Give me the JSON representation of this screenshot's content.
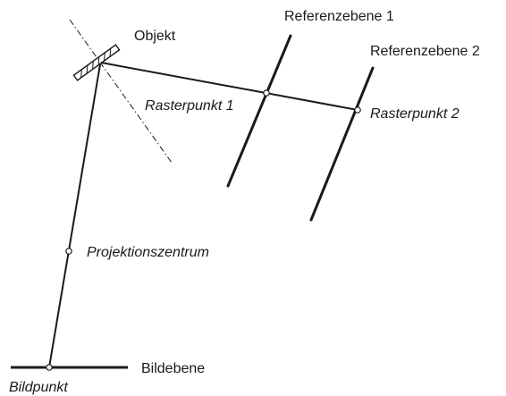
{
  "diagram": {
    "labels": {
      "object": "Objekt",
      "reference_plane_1": "Referenzebene 1",
      "reference_plane_2": "Referenzebene 2",
      "raster_point_1": "Rasterpunkt 1",
      "raster_point_2": "Rasterpunkt 2",
      "projection_center": "Projektionszentrum",
      "image_plane": "Bildebene",
      "image_point": "Bildpunkt"
    },
    "colors": {
      "stroke": "#1a1a1a",
      "background": "#ffffff"
    }
  }
}
